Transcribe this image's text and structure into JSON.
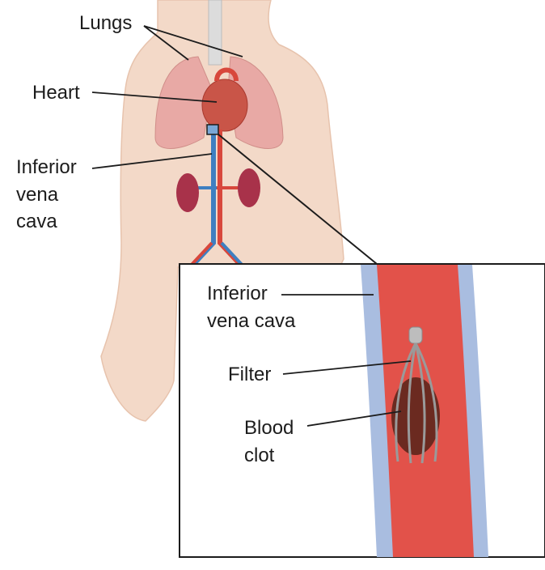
{
  "labels": {
    "lungs": "Lungs",
    "heart": "Heart",
    "ivc_main": "Inferior\nvena\ncava",
    "ivc_inset": "Inferior\nvena cava",
    "filter": "Filter",
    "clot": "Blood\nclot"
  },
  "colors": {
    "skin": "#f3d9c8",
    "skin_outline": "#e7c3ad",
    "lung": "#e8a9a5",
    "vessel_red": "#d8473c",
    "vessel_blue": "#3e7fc1",
    "vein_wall": "#a9bde0",
    "vein_lumen": "#e2524a",
    "clot": "#6b2a20",
    "filter": "#9a9a9a",
    "kidney": "#a8324a",
    "line": "#1c1c1c"
  },
  "icons": {
    "body": "human-torso-illustration",
    "inset": "magnified-vein-illustration"
  }
}
